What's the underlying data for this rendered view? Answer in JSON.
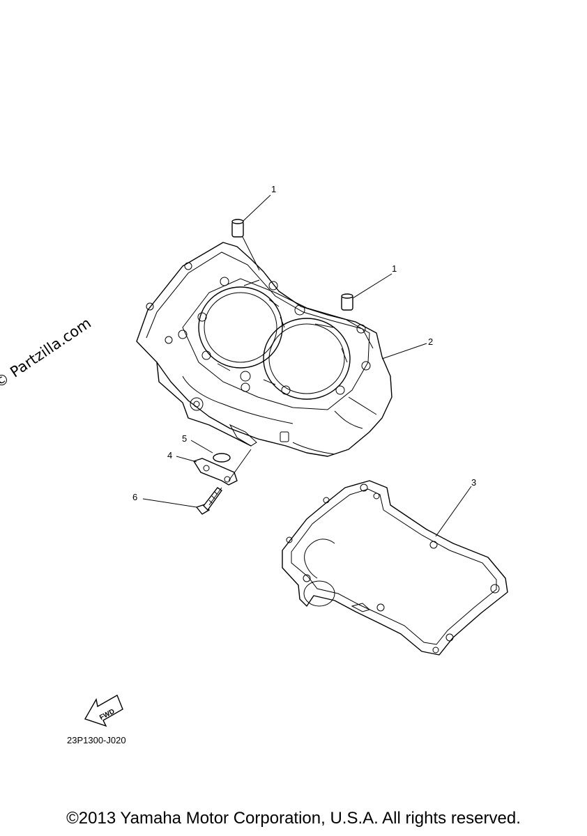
{
  "callouts": [
    {
      "label": "1"
    },
    {
      "label": "1"
    },
    {
      "label": "2"
    },
    {
      "label": "3"
    },
    {
      "label": "4"
    },
    {
      "label": "5"
    },
    {
      "label": "6"
    }
  ],
  "watermark": "© Partzilla.com",
  "fwd_label": "FWD",
  "diagram_code": "23P1300-J020",
  "copyright": "©2013 Yamaha Motor Corporation, U.S.A. All rights reserved."
}
